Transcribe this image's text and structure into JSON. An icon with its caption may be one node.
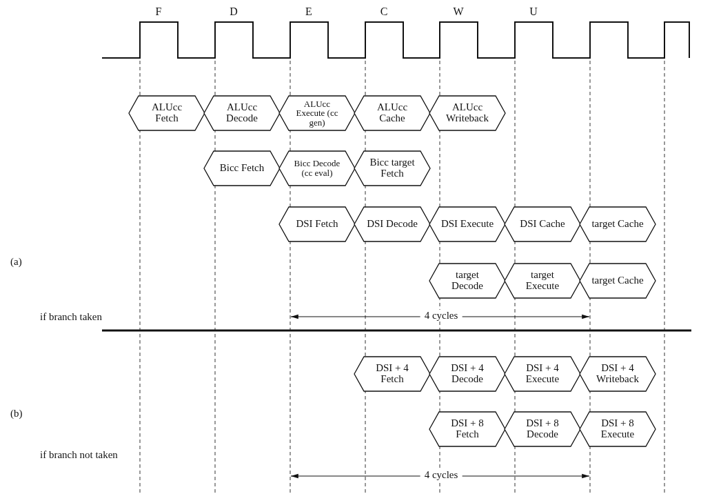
{
  "diagram": {
    "nodes": [
      {
        "text": [
          "ALUcc Fetch"
        ]
      },
      {
        "text": [
          "ALUcc Decode"
        ]
      },
      {
        "text": [
          "ALUcc Execute (cc gen)"
        ]
      },
      {
        "text": [
          "ALUcc Cache"
        ]
      },
      {
        "text": [
          "ALUcc Writeback"
        ]
      },
      {
        "text": [
          "Bicc Fetch"
        ]
      },
      {
        "text": [
          "Bicc Decode (cc eval)"
        ]
      },
      {
        "text": [
          "Bicc target Fetch"
        ]
      },
      {
        "text": [
          "DSI Fetch"
        ]
      },
      {
        "text": [
          "DSI Decode"
        ]
      },
      {
        "text": [
          "DSI Execute"
        ]
      },
      {
        "text": [
          "DSI Cache"
        ]
      },
      {
        "text": [
          "target Cache"
        ]
      },
      {
        "text": [
          "target Decode"
        ]
      },
      {
        "text": [
          "target Execute"
        ]
      },
      {
        "text": [
          "target Cache"
        ]
      },
      {
        "text": [
          "DSI + 4 Fetch"
        ]
      },
      {
        "text": [
          "DSI + 4 Decode"
        ]
      },
      {
        "text": [
          "DSI + 4 Execute"
        ]
      },
      {
        "text": [
          "DSI + 4 Writeback"
        ]
      },
      {
        "text": [
          "DSI + 8 Fetch"
        ]
      },
      {
        "text": [
          "DSI + 8 Decode"
        ]
      },
      {
        "text": [
          "DSI + 8 Execute"
        ]
      }
    ],
    "labels": [
      "F",
      "D",
      "E",
      "C",
      "W",
      "U",
      "(a)",
      "if branch taken",
      "4 cycles",
      "(b)",
      "if branch not taken",
      "4 cycles"
    ]
  }
}
